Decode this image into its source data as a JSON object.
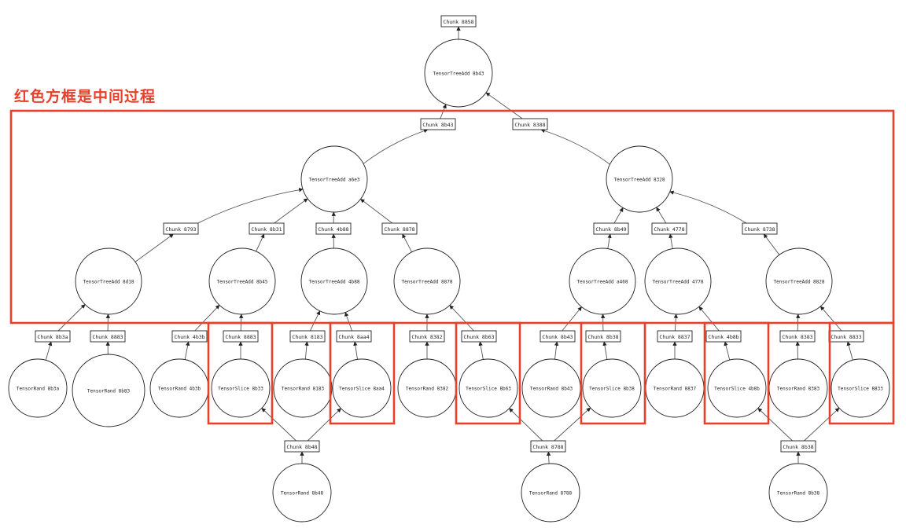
{
  "annotation": "红色方框是中间过程",
  "colors": {
    "highlight": "#e8402a",
    "ink": "#222222",
    "edge": "#555555"
  },
  "nodes": {
    "c_root": {
      "kind": "chunk",
      "label": "Chunk 8858"
    },
    "t_root": {
      "kind": "task",
      "label": "TensorTreeAdd 8b43"
    },
    "c_l1a": {
      "kind": "chunk",
      "label": "Chunk 8b43"
    },
    "c_l1b": {
      "kind": "chunk",
      "label": "Chunk 8388"
    },
    "t_l1a": {
      "kind": "task",
      "label": "TensorTreeAdd a6e3"
    },
    "t_l1b": {
      "kind": "task",
      "label": "TensorTreeAdd 8328"
    },
    "c_a": {
      "kind": "chunk",
      "label": "Chunk 8793"
    },
    "c_b": {
      "kind": "chunk",
      "label": "Chunk 8b31"
    },
    "c_c": {
      "kind": "chunk",
      "label": "Chunk 4b88"
    },
    "c_d": {
      "kind": "chunk",
      "label": "Chunk 8878"
    },
    "c_e": {
      "kind": "chunk",
      "label": "Chunk 8b49"
    },
    "c_f": {
      "kind": "chunk",
      "label": "Chunk 4778"
    },
    "c_g": {
      "kind": "chunk",
      "label": "Chunk 8738"
    },
    "t_a": {
      "kind": "task",
      "label": "TensorTreeAdd 8d18"
    },
    "t_b": {
      "kind": "task",
      "label": "TensorTreeAdd 8b45"
    },
    "t_c": {
      "kind": "task",
      "label": "TensorTreeAdd 4b88"
    },
    "t_d": {
      "kind": "task",
      "label": "TensorTreeAdd 8878"
    },
    "t_e": {
      "kind": "task",
      "label": "TensorTreeAdd a468"
    },
    "t_f": {
      "kind": "task",
      "label": "TensorTreeAdd 4778"
    },
    "t_g": {
      "kind": "task",
      "label": "TensorTreeAdd 8828"
    },
    "c3_1": {
      "kind": "chunk",
      "label": "Chunk 8b3a"
    },
    "c3_2": {
      "kind": "chunk",
      "label": "Chunk 8883"
    },
    "c3_3": {
      "kind": "chunk",
      "label": "Chunk 4b3b"
    },
    "c3_4": {
      "kind": "chunk",
      "label": "Chunk 8883"
    },
    "c3_5": {
      "kind": "chunk",
      "label": "Chunk 8183"
    },
    "c3_6": {
      "kind": "chunk",
      "label": "Chunk 8aa4"
    },
    "c3_7": {
      "kind": "chunk",
      "label": "Chunk 8382"
    },
    "c3_8": {
      "kind": "chunk",
      "label": "Chunk 8b63"
    },
    "c3_9": {
      "kind": "chunk",
      "label": "Chunk 8b43"
    },
    "c3_10": {
      "kind": "chunk",
      "label": "Chunk 8b38"
    },
    "c3_11": {
      "kind": "chunk",
      "label": "Chunk 8837"
    },
    "c3_12": {
      "kind": "chunk",
      "label": "Chunk 4b8b"
    },
    "c3_13": {
      "kind": "chunk",
      "label": "Chunk 8383"
    },
    "c3_14": {
      "kind": "chunk",
      "label": "Chunk 8833"
    },
    "l_1": {
      "kind": "leaf",
      "label": "TensorRand 8b3a"
    },
    "l_2": {
      "kind": "leaf",
      "label": "TensorRand 8b83"
    },
    "l_3": {
      "kind": "leaf",
      "label": "TensorRand 4b3b"
    },
    "l_4": {
      "kind": "leaf",
      "label": "TensorSlice 8b33"
    },
    "l_5": {
      "kind": "leaf",
      "label": "TensorRand 8183"
    },
    "l_6": {
      "kind": "leaf",
      "label": "TensorSlice 8aa4"
    },
    "l_7": {
      "kind": "leaf",
      "label": "TensorRand 8382"
    },
    "l_8": {
      "kind": "leaf",
      "label": "TensorSlice 8b63"
    },
    "l_9": {
      "kind": "leaf",
      "label": "TensorRand 8b43"
    },
    "l_10": {
      "kind": "leaf",
      "label": "TensorSlice 8b38"
    },
    "l_11": {
      "kind": "leaf",
      "label": "TensorRand 8837"
    },
    "l_12": {
      "kind": "leaf",
      "label": "TensorSlice 4b8b"
    },
    "l_13": {
      "kind": "leaf",
      "label": "TensorRand 8383"
    },
    "l_14": {
      "kind": "leaf",
      "label": "TensorSlice 8833"
    },
    "c5_1": {
      "kind": "chunk",
      "label": "Chunk 8b48"
    },
    "c5_2": {
      "kind": "chunk",
      "label": "Chunk 8788"
    },
    "c5_3": {
      "kind": "chunk",
      "label": "Chunk 8b38"
    },
    "r_1": {
      "kind": "leaf",
      "label": "TensorRand 8b48"
    },
    "r_2": {
      "kind": "leaf",
      "label": "TensorRand 8788"
    },
    "r_3": {
      "kind": "leaf",
      "label": "TensorRand 8b38"
    }
  },
  "edges": [
    [
      "t_root",
      "c_root"
    ],
    [
      "c_l1a",
      "t_root"
    ],
    [
      "c_l1b",
      "t_root"
    ],
    [
      "t_l1a",
      "c_l1a"
    ],
    [
      "t_l1b",
      "c_l1b"
    ],
    [
      "c_a",
      "t_l1a"
    ],
    [
      "c_b",
      "t_l1a"
    ],
    [
      "c_c",
      "t_l1a"
    ],
    [
      "c_d",
      "t_l1a"
    ],
    [
      "c_e",
      "t_l1b"
    ],
    [
      "c_f",
      "t_l1b"
    ],
    [
      "c_g",
      "t_l1b"
    ],
    [
      "t_a",
      "c_a"
    ],
    [
      "t_b",
      "c_b"
    ],
    [
      "t_c",
      "c_c"
    ],
    [
      "t_d",
      "c_d"
    ],
    [
      "t_e",
      "c_e"
    ],
    [
      "t_f",
      "c_f"
    ],
    [
      "t_g",
      "c_g"
    ],
    [
      "c3_1",
      "t_a"
    ],
    [
      "c3_2",
      "t_a"
    ],
    [
      "c3_3",
      "t_b"
    ],
    [
      "c3_4",
      "t_b"
    ],
    [
      "c3_5",
      "t_c"
    ],
    [
      "c3_6",
      "t_c"
    ],
    [
      "c3_7",
      "t_d"
    ],
    [
      "c3_8",
      "t_d"
    ],
    [
      "c3_9",
      "t_e"
    ],
    [
      "c3_10",
      "t_e"
    ],
    [
      "c3_11",
      "t_f"
    ],
    [
      "c3_12",
      "t_f"
    ],
    [
      "c3_13",
      "t_g"
    ],
    [
      "c3_14",
      "t_g"
    ],
    [
      "l_1",
      "c3_1"
    ],
    [
      "l_2",
      "c3_2"
    ],
    [
      "l_3",
      "c3_3"
    ],
    [
      "l_4",
      "c3_4"
    ],
    [
      "l_5",
      "c3_5"
    ],
    [
      "l_6",
      "c3_6"
    ],
    [
      "l_7",
      "c3_7"
    ],
    [
      "l_8",
      "c3_8"
    ],
    [
      "l_9",
      "c3_9"
    ],
    [
      "l_10",
      "c3_10"
    ],
    [
      "l_11",
      "c3_11"
    ],
    [
      "l_12",
      "c3_12"
    ],
    [
      "l_13",
      "c3_13"
    ],
    [
      "l_14",
      "c3_14"
    ],
    [
      "c5_1",
      "l_4"
    ],
    [
      "c5_1",
      "l_6"
    ],
    [
      "c5_2",
      "l_8"
    ],
    [
      "c5_2",
      "l_10"
    ],
    [
      "c5_3",
      "l_12"
    ],
    [
      "c5_3",
      "l_14"
    ],
    [
      "r_1",
      "c5_1"
    ],
    [
      "r_2",
      "c5_2"
    ],
    [
      "r_3",
      "c5_3"
    ]
  ],
  "highlight_groups": [
    {
      "name": "intermediate-region"
    },
    {
      "name": "highlight-slice-1"
    },
    {
      "name": "highlight-slice-2"
    },
    {
      "name": "highlight-slice-3"
    },
    {
      "name": "highlight-slice-4"
    },
    {
      "name": "highlight-slice-5"
    },
    {
      "name": "highlight-slice-6"
    }
  ]
}
